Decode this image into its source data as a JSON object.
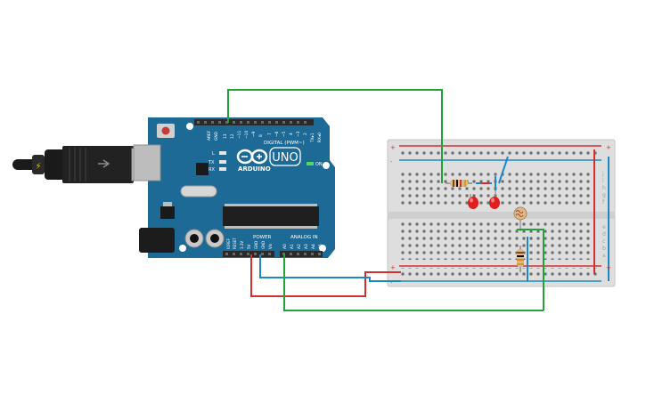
{
  "board": {
    "name": "UNO",
    "brand": "ARDUINO",
    "digital_label": "DIGITAL (PWM~)",
    "power_label": "POWER",
    "analog_label": "ANALOG IN",
    "on_label": "ON",
    "tx_label": "TX",
    "rx_label": "RX",
    "l_label": "L",
    "top_pin_labels": [
      "AREF",
      "GND",
      "13",
      "12",
      "~11",
      "~10",
      "~9",
      "8",
      "7",
      "~6",
      "~5",
      "4",
      "~3",
      "2",
      "TX▸1",
      "RX◂0"
    ],
    "power_pin_labels": [
      "IOREF",
      "RESET",
      "3.3V",
      "5V",
      "GND",
      "GND",
      "Vin"
    ],
    "analog_pin_labels": [
      "A0",
      "A1",
      "A2",
      "A3",
      "A4",
      "A5"
    ],
    "color": "#1d6a96"
  },
  "breadboard": {
    "row_letters_top": [
      "j",
      "i",
      "h",
      "g",
      "f"
    ],
    "row_letters_bottom": [
      "e",
      "d",
      "c",
      "b",
      "a"
    ],
    "plus_label": "+",
    "minus_label": "-",
    "color": "#dedede"
  },
  "components": {
    "resistor_1": "resistor",
    "resistor_2": "resistor",
    "led_1": "red-led",
    "led_2": "red-led",
    "photoresistor": "photoresistor"
  },
  "wires": {
    "pin13_to_breadboard": "#22a33a",
    "gnd_to_rail": "#d32f2f",
    "5v_to_rail": "#1e88c7",
    "a0_to_sensor": "#22a33a",
    "breadboard_jumper_blue": "#1e88c7",
    "breadboard_jumper_green": "#22a33a"
  }
}
